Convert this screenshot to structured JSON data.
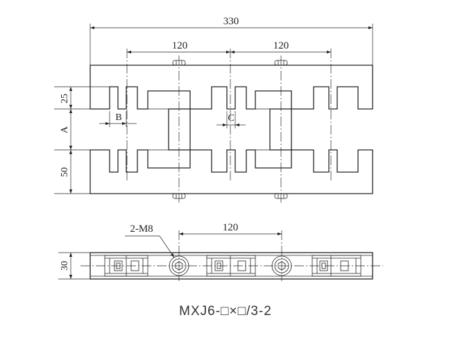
{
  "drawing": {
    "dims": {
      "overall_length": "330",
      "spacing_left": "120",
      "spacing_right": "120",
      "upper_height": "25",
      "gap_label": "A",
      "lower_height": "50",
      "slot_b": "B",
      "slot_c": "C",
      "bottom_spacing": "120",
      "thread_note": "2-M8",
      "thickness": "30"
    },
    "model_code": "MXJ6-□×□/3-2"
  }
}
